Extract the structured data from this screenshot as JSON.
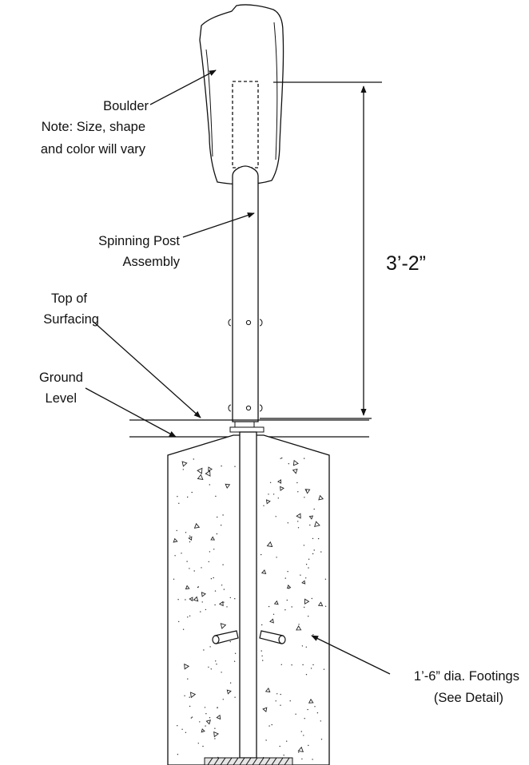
{
  "labels": {
    "boulder": "Boulder",
    "boulder_note_1": "Note: Size, shape",
    "boulder_note_2": "and color will vary",
    "post_1": "Spinning Post",
    "post_2": "Assembly",
    "surfacing_1": "Top of",
    "surfacing_2": "Surfacing",
    "ground_1": "Ground",
    "ground_2": "Level",
    "footing_1": "1’-6” dia. Footings",
    "footing_2": "(See Detail)"
  },
  "dimension": {
    "height_label": "3’-2”"
  }
}
